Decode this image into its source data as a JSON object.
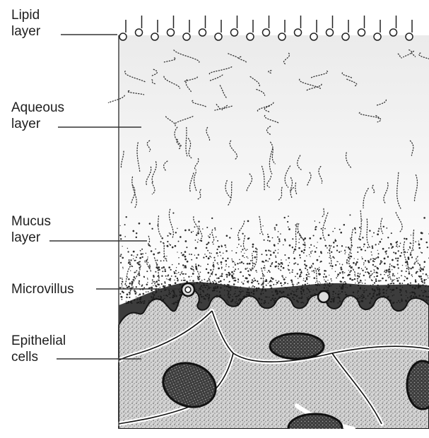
{
  "labels": {
    "lipid": {
      "line1": "Lipid",
      "line2": "layer"
    },
    "aqueous": {
      "line1": "Aqueous",
      "line2": "layer"
    },
    "mucus": {
      "line1": "Mucus",
      "line2": "layer"
    },
    "microvillus": {
      "line1": "Microvillus"
    },
    "epithelial": {
      "line1": "Epithelial",
      "line2": "cells"
    }
  },
  "colors": {
    "ink": "#1e1e1e",
    "dot": "#2a2a2a",
    "tissue": "#cfcfcf",
    "nucleus": "#3a3a3a",
    "gradient_top": "#f4f4f4",
    "gradient_bottom": "#ffffff"
  }
}
